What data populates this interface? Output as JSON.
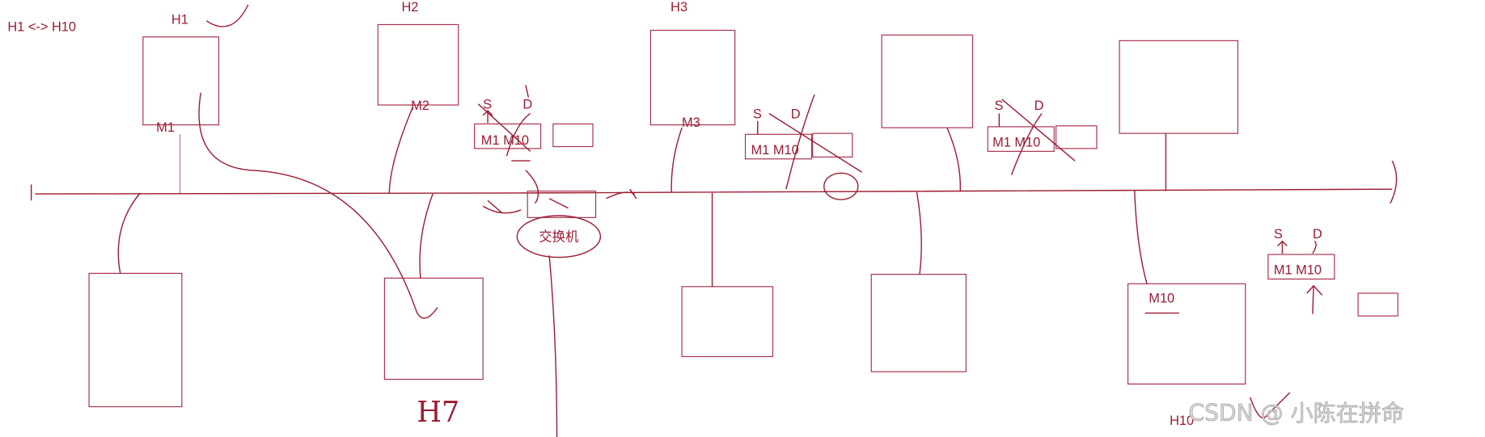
{
  "title": "H1 <-> H10",
  "hosts": {
    "h1": "H1",
    "h2": "H2",
    "h3": "H3",
    "h7": "H7",
    "h10": "H10"
  },
  "macs": {
    "m1": "M1",
    "m2": "M2",
    "m3": "M3",
    "m10": "M10"
  },
  "switch_label": "交换机",
  "tables": [
    {
      "entry": "M1 M10",
      "src": "S",
      "dst": "D"
    },
    {
      "entry": "M1 M10",
      "src": "S",
      "dst": "D"
    },
    {
      "entry": "M1 M10",
      "src": "S",
      "dst": "D"
    },
    {
      "entry": "M1 M10",
      "src": "S",
      "dst": "D"
    }
  ],
  "watermark": "CSDN @ 小陈在拼命"
}
